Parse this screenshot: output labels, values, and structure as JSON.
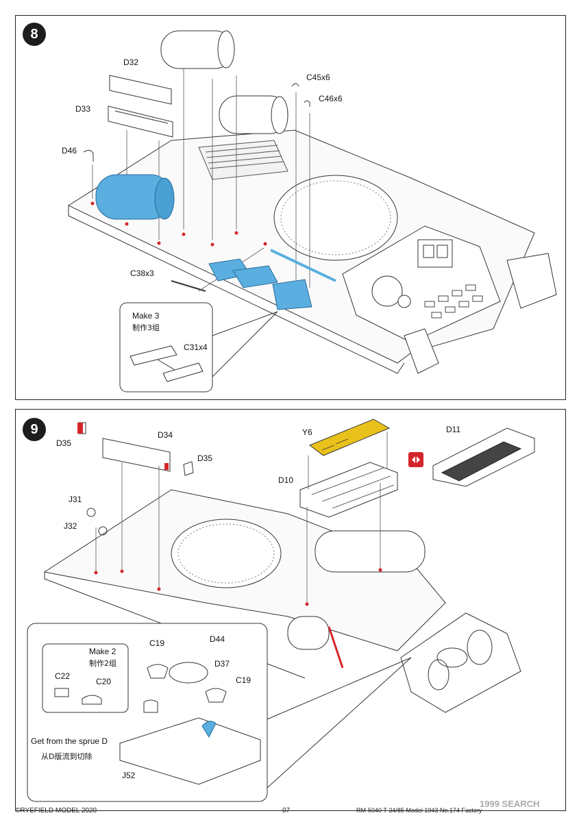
{
  "step8": {
    "number": "8",
    "parts": {
      "d32": "D32",
      "d33": "D33",
      "d46": "D46",
      "c45": "C45x6",
      "c46": "C46x6",
      "c38": "C38x3",
      "c31": "C31x4"
    },
    "inset": {
      "make_en": "Make 3",
      "make_cn": "制作3组"
    }
  },
  "step9": {
    "number": "9",
    "parts": {
      "d35a": "D35",
      "d34": "D34",
      "d35b": "D35",
      "y6": "Y6",
      "d10": "D10",
      "d11": "D11",
      "j31": "J31",
      "j32": "J32",
      "c19a": "C19",
      "d44": "D44",
      "d37": "D37",
      "c19b": "C19",
      "c22": "C22",
      "c20": "C20",
      "j52": "J52"
    },
    "inset": {
      "make_en": "Make 2",
      "make_cn": "制作2组",
      "sprue_en": "Get from the sprue D",
      "sprue_cn": "从D版流到切除"
    }
  },
  "colors": {
    "highlight_blue": "#5aaee0",
    "accent_red": "#d4262a",
    "photoetch_yellow": "#e8c11a"
  },
  "footer": {
    "copyright": "©RYEFIELD MODEL 2020",
    "page": "07",
    "model": "RM-5040  T-34/85 Model 1943 No.174 Factory",
    "watermark": "1999 SEARCH"
  }
}
